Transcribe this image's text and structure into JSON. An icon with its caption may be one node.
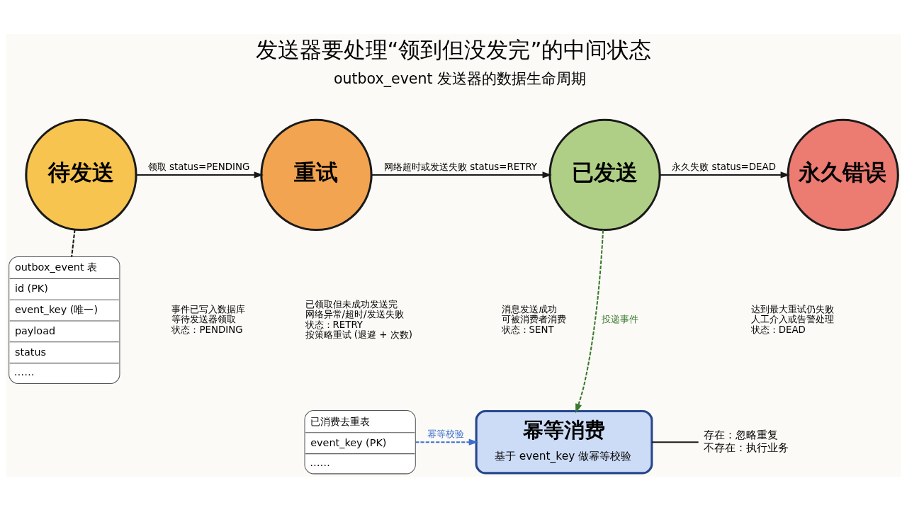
{
  "diagram": {
    "title": "发送器要处理“领到但没发完”的中间状态",
    "nodes": [
      {
        "text": [
          "待发送"
        ],
        "beside": [
          "事件已写入数据库",
          "等待发送器领取",
          "状态：PENDING"
        ]
      },
      {
        "text": [
          "重试"
        ],
        "beside": [
          "已领取但未成功发送完",
          "网络异常/超时/发送失败",
          "状态：RETRY",
          "按策略重试 (退避 + 次数)"
        ]
      },
      {
        "text": [
          "已发送"
        ],
        "beside": [
          "消息发送成功",
          "可被消费者消费",
          "状态：SENT"
        ]
      },
      {
        "text": [
          "永久错误"
        ],
        "beside": [
          "达到最大重试仍失败",
          "人工介入或告警处理",
          "状态：DEAD"
        ]
      },
      {
        "text": [
          "outbox_event 表",
          "id (PK)",
          "event_key (唯一)",
          "payload",
          "status",
          "……"
        ]
      },
      {
        "text": [
          "已消费去重表",
          "event_key (PK)",
          "……"
        ]
      },
      {
        "text": [
          "幂等消费",
          "基于 event_key 做幂等校验"
        ]
      },
      {
        "text": [
          "存在：忽略重复",
          "不存在：执行业务"
        ]
      }
    ],
    "edges": [
      {
        "from": 0,
        "to": 1,
        "arrow": "to",
        "label": "领取 status=PENDING"
      },
      {
        "from": 1,
        "to": 2,
        "arrow": "to",
        "label": "网络超时或发送失败 status=RETRY"
      },
      {
        "from": 2,
        "to": 3,
        "arrow": "to",
        "label": "永久失败 status=DEAD"
      },
      {
        "from": 0,
        "to": 4,
        "arrow": "none",
        "style": "dashed"
      },
      {
        "from": 2,
        "to": 6,
        "arrow": "to",
        "label": "投递事件",
        "style": "dashed",
        "color": "#3b7a2f"
      },
      {
        "from": 5,
        "to": 6,
        "arrow": "to",
        "label": "幂等校验",
        "style": "dashed",
        "color": "#3d6fcf"
      },
      {
        "from": 6,
        "to": 7,
        "arrow": "none"
      }
    ],
    "labels": [
      "outbox_event 发送器的数据生命周期"
    ]
  }
}
